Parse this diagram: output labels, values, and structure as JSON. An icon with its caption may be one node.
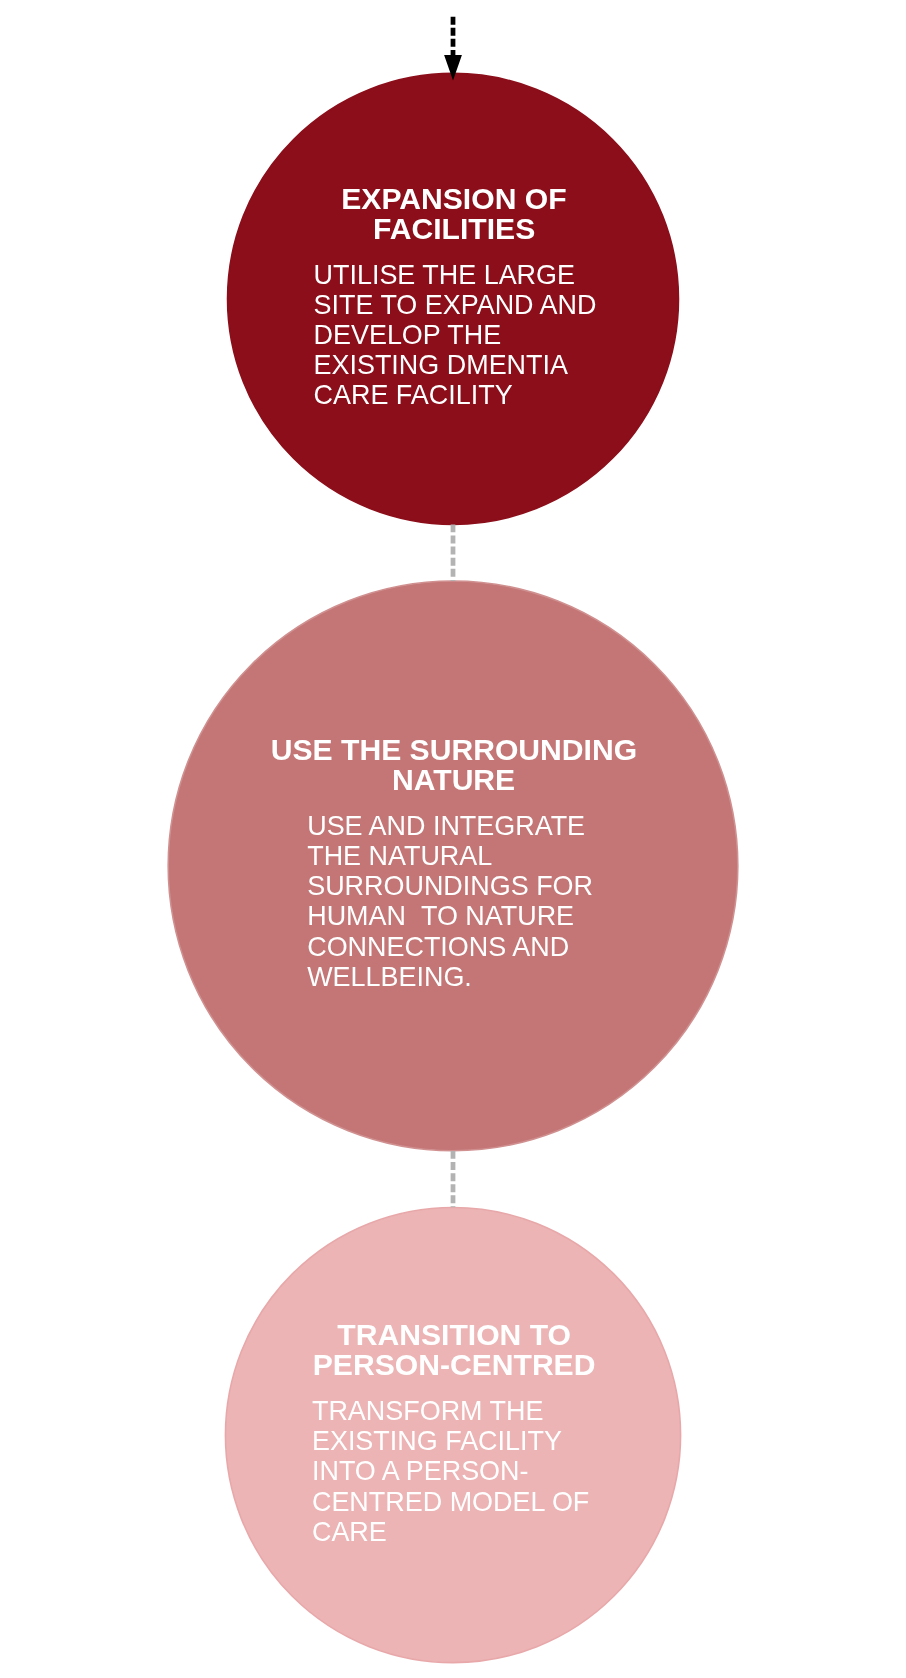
{
  "diagram": {
    "nodes": [
      {
        "text": [
          "EXPANSION OF FACILITIES",
          "UTILISE THE LARGE SITE TO EXPAND AND DEVELOP THE EXISTING DMENTIA CARE FACILITY"
        ]
      },
      {
        "text": [
          "USE THE SURROUNDING NATURE",
          "USE AND INTEGRATE THE NATURAL SURROUNDINGS FOR HUMAN  TO NATURE CONNECTIONS AND WELLBEING."
        ]
      },
      {
        "text": [
          "TRANSITION TO PERSON-CENTRED",
          "TRANSFORM THE EXISTING FACILITY INTO A PERSON-CENTRED MODEL OF CARE"
        ]
      }
    ],
    "edges": [
      {
        "from": null,
        "to": 0,
        "arrow": "to",
        "style": "dashed",
        "color": "#000000"
      },
      {
        "from": 0,
        "to": 1,
        "arrow": "none",
        "style": "dashed"
      },
      {
        "from": 1,
        "to": 2,
        "arrow": "none",
        "style": "dashed"
      }
    ]
  }
}
